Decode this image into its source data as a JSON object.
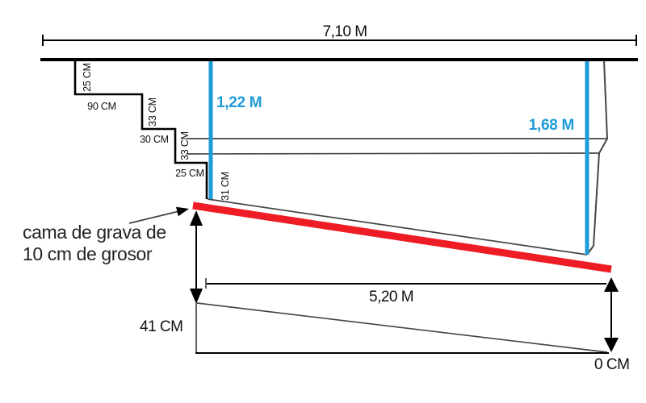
{
  "diagram": {
    "colors": {
      "accent_blue": "#1E9CD8",
      "gravel_red": "#EE1C25",
      "ink": "#000000",
      "gray_line": "#454545"
    },
    "overall_width": {
      "label": "7,10 M"
    },
    "steps": {
      "v1": "25 CM",
      "h1": "90 CM",
      "v2": "33 CM",
      "h2": "30 CM",
      "v3": "33 CM",
      "h3": "25 CM",
      "v4": "31 CM"
    },
    "depths": {
      "left": "1,22 M",
      "right": "1,68 M"
    },
    "gravel_note": {
      "line1": "cama de grava de",
      "line2": "10 cm de grosor"
    },
    "base_length": {
      "label": "5,20 M"
    },
    "left_drop": {
      "label": "41 CM"
    },
    "right_drop": {
      "label": "0 CM"
    }
  }
}
